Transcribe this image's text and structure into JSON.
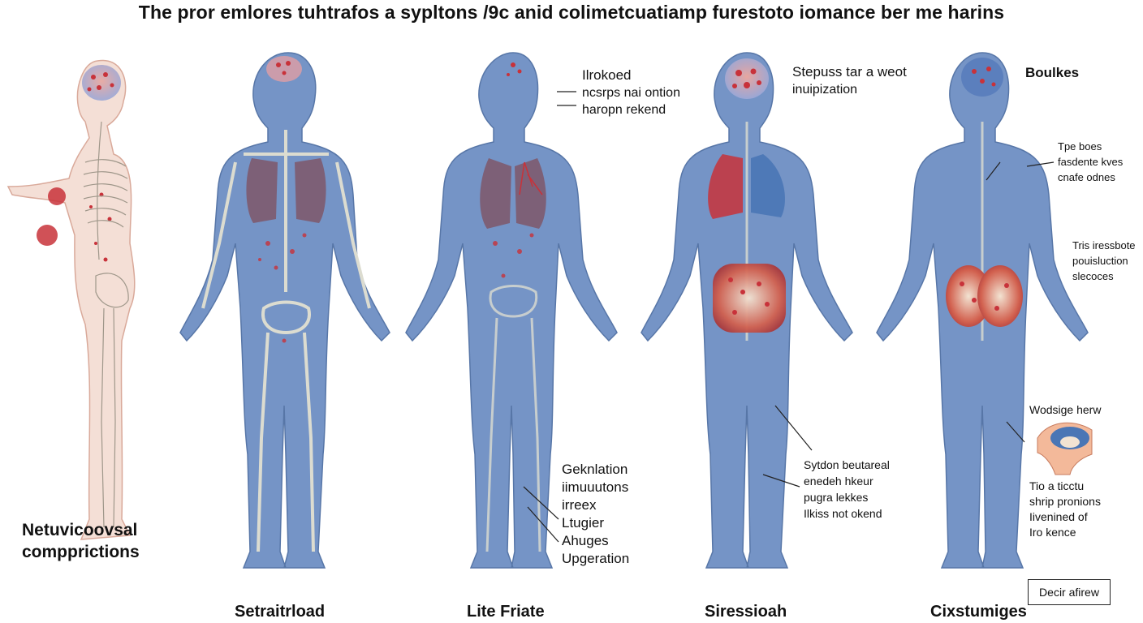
{
  "title": "The pror emlores tuhtrafos a sypltons /9c anid colimetcuatiamp furestoto iomance ber me harins",
  "figures": [
    {
      "caption": ""
    },
    {
      "caption": "Setraitrload"
    },
    {
      "caption": "Lite Friate"
    },
    {
      "caption": "Siressioah"
    },
    {
      "caption": "Cixstumiges"
    }
  ],
  "left_label": [
    "Netuvicoovsal",
    "compprictions"
  ],
  "fig3_head": [
    "Ilrokoed",
    "ncsrps nai ontion",
    "haropn rekend"
  ],
  "fig3_low": [
    "Geknlation",
    "iimuuutons",
    "irreex",
    "Ltugier",
    "Ahuges",
    "Upgeration"
  ],
  "fig4_head": [
    "Stepuss tar a weot",
    "inuipization"
  ],
  "fig4_low": [
    "Sytdon beutareal",
    "enedeh hkeur",
    "pugra lekkes",
    "Ilkiss not okend"
  ],
  "fig5_head": "Boulkes",
  "fig5_a": [
    "Tpe boes",
    "fasdente kves",
    "cnafe odnes"
  ],
  "fig5_b": [
    "Tris iressbote",
    "pouisluction",
    "slecoces"
  ],
  "fig5_c": "Wodsige herw",
  "fig5_d": [
    "Tio a ticctu",
    "shrip pronions",
    "Iivenined of",
    "Iro kence"
  ],
  "boxed_label": "Decir afirew",
  "colors": {
    "body_fill": "#6e8fc4",
    "body_stroke": "#4f6fa3",
    "bone": "#dcdcd0",
    "lung": "#7e5a6e",
    "lesion": "#c8323a",
    "skin_pink": "#f3dcd2"
  }
}
